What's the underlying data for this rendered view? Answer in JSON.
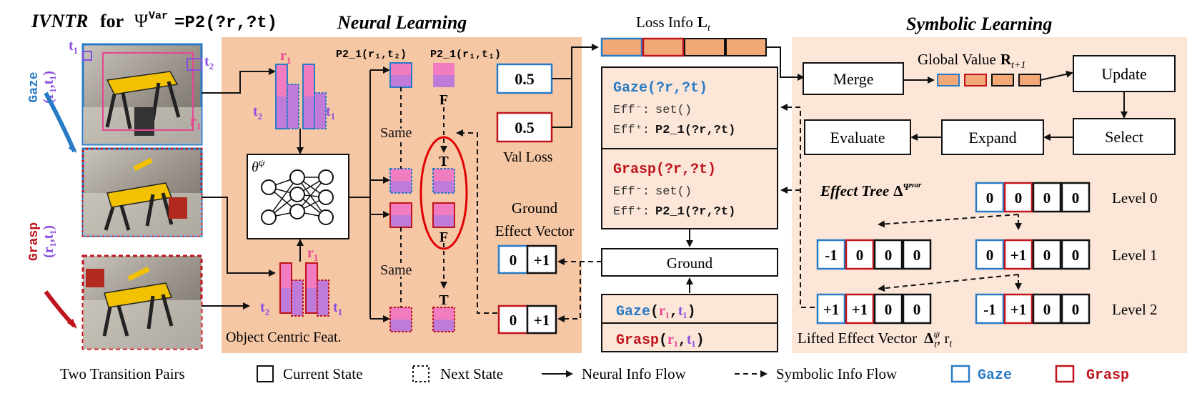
{
  "header": {
    "method_name": "IVNTR",
    "for_word": "for",
    "psi_symbol": "Ψ",
    "psi_sup": "Var",
    "equals_predicate": "=P2(?r,?t)"
  },
  "titles": {
    "neural": "Neural Learning",
    "symbolic": "Symbolic Learning"
  },
  "labels": {
    "t1": "t",
    "t2": "t",
    "r1": "r",
    "sub1": "1",
    "sub2": "2",
    "gaze_side": "Gaze",
    "grasp_side": "Grasp",
    "r1t1": "(r₁,t₁)",
    "theta": "θ",
    "theta_sup": "ψ",
    "p2_1_r1t2": "P2_1(r₁,t₂)",
    "p2_1_r1t1": "P2_1(r₁,t₁)",
    "same": "Same",
    "F": "F",
    "T": "T",
    "object_centric": "Object Centric Feat.",
    "val_loss": "Val Loss",
    "ground_effect_vector_1": "Ground",
    "ground_effect_vector_2": "Effect Vector",
    "loss_info": "Loss Info",
    "loss_info_L": "L",
    "loss_info_sub": "t",
    "merge": "Merge",
    "global_value": "Global Value",
    "global_value_R": "R",
    "global_value_sub": "t+1",
    "update": "Update",
    "select": "Select",
    "expand": "Expand",
    "evaluate": "Evaluate",
    "effect_tree": "Effect Tree",
    "effect_tree_delta": "Δ",
    "effect_tree_sup": "Ψ",
    "effect_tree_supsup": "var",
    "level0": "Level 0",
    "level1": "Level 1",
    "level2": "Level 2",
    "lifted_effect_vector": "Lifted Effect Vector",
    "lifted_delta": "Δ",
    "lifted_sub": "t",
    "lifted_sup": "ψ",
    "lifted_rt": ", r",
    "lifted_rt_sub": "t",
    "ground": "Ground"
  },
  "loss_values": [
    "0.5",
    "0.5"
  ],
  "ground_vectors": [
    [
      "0",
      "+1"
    ],
    [
      "0",
      "+1"
    ]
  ],
  "operators": {
    "gaze": {
      "name": "Gaze(?r,?t)",
      "eff_minus_label": "Eff⁻:",
      "eff_minus_value": "set()",
      "eff_plus_label": "Eff⁺:",
      "eff_plus_value": "P2_1(?r,?t)"
    },
    "grasp": {
      "name": "Grasp(?r,?t)",
      "eff_minus_label": "Eff⁻:",
      "eff_minus_value": "set()",
      "eff_plus_label": "Eff⁺:",
      "eff_plus_value": "P2_1(?r,?t)"
    }
  },
  "ground_actions": {
    "gaze_name": "Gaze",
    "grasp_name": "Grasp",
    "open": "(",
    "comma": ",",
    "close": ")",
    "r1": "r₁",
    "t1": "t₁"
  },
  "effect_tree": {
    "level0": [
      "0",
      "0",
      "0",
      "0"
    ],
    "level1_left": [
      "-1",
      "0",
      "0",
      "0"
    ],
    "level1_right": [
      "0",
      "+1",
      "0",
      "0"
    ],
    "level2_left": [
      "+1",
      "+1",
      "0",
      "0"
    ],
    "level2_right": [
      "-1",
      "+1",
      "0",
      "0"
    ]
  },
  "legend": {
    "two_transition_pairs": "Two Transition Pairs",
    "current_state": "Current State",
    "next_state": "Next State",
    "neural_info_flow": "Neural Info Flow",
    "symbolic_info_flow": "Symbolic Info Flow",
    "gaze": "Gaze",
    "grasp": "Grasp"
  },
  "colors": {
    "gaze_blue": "#2a7bc6",
    "grasp_red": "#c0141c",
    "panel_orange": "#f6c7a5",
    "panel_light": "#fbe6d8",
    "pink": "#f27cc0",
    "purple": "#c07ad8",
    "loss_orange": "#f2a877"
  }
}
